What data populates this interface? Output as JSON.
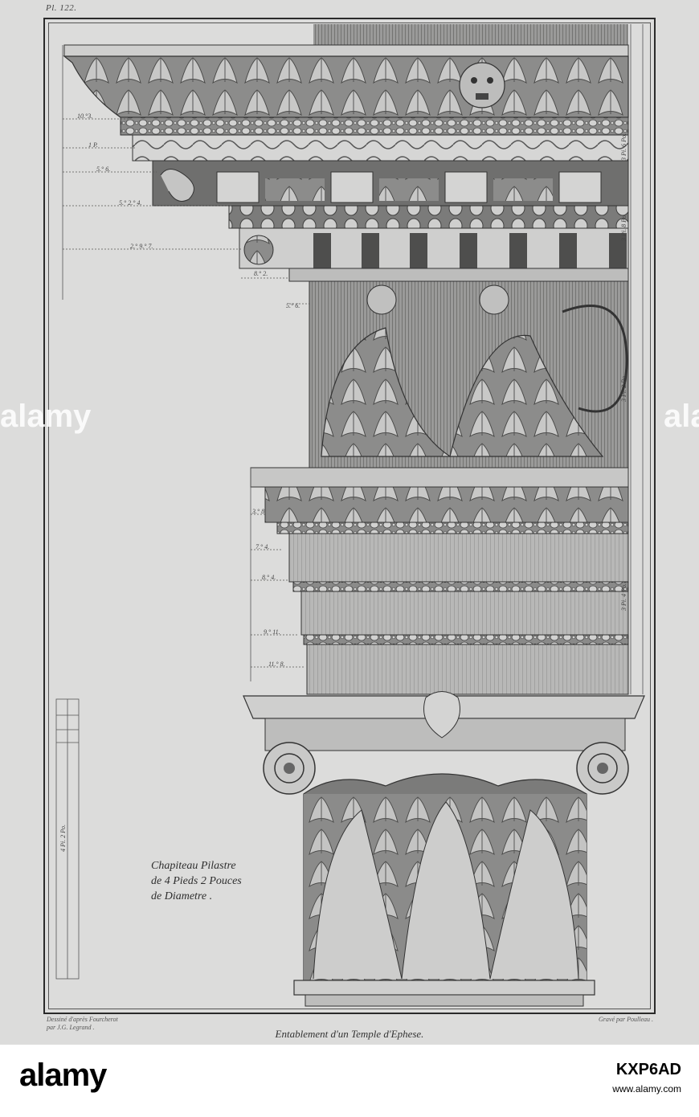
{
  "plate": {
    "number": "Pl. 122."
  },
  "caption": {
    "line1": "Chapiteau Pilastre",
    "line2": "de 4 Pieds 2 Pouces",
    "line3": "de Diametre ."
  },
  "credits": {
    "left_line1": "Dessiné d'après Fourcherot",
    "left_line2": "par J.G. Legrand .",
    "right": "Gravé par Poulleau ."
  },
  "title": "Entablement d'un Temple d'Ephese.",
  "scale": {
    "left_label": "4 Pi. 2 Po."
  },
  "dimensions": {
    "left": [
      "10.°3.",
      "1 P.",
      "5.° 6.",
      "5.° 2.° 4.",
      "2.° 9.° 7.",
      "8.° 2.",
      "5.° 6."
    ],
    "left_lower": [
      "3.° 8.",
      "7.° 4.",
      "8.° 4.",
      "9.° 11.",
      "11.° 8."
    ],
    "right_vertical": [
      "3 Pi. 6 Po.",
      "3 Pi. 8 Po.",
      "3 Pi. 2 Po.",
      "3 Pi. 4 Po."
    ]
  },
  "watermark": {
    "left": "alamy",
    "right": "ala"
  },
  "footer": {
    "logo": "alamy",
    "image_id": "KXP6AD",
    "url": "www.alamy.com"
  },
  "colors": {
    "paper": "#dcdcdb",
    "ink": "#2a2a2a"
  }
}
